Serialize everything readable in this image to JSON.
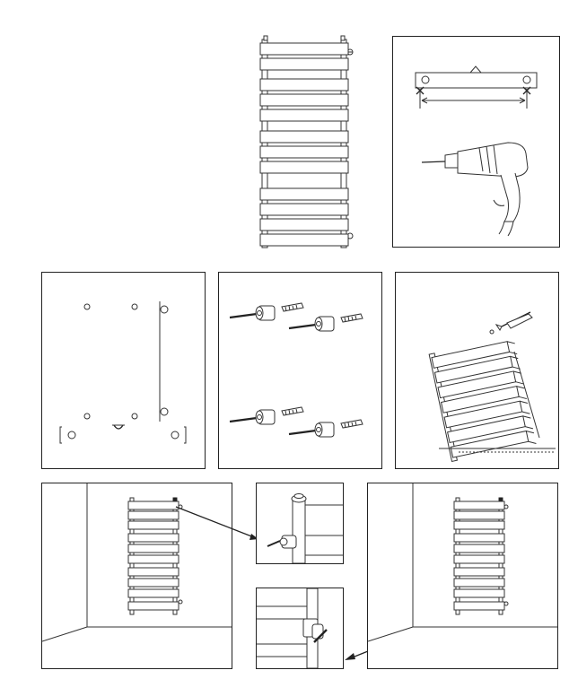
{
  "diagram": {
    "kind": "radiator installation instructions",
    "panels": [
      {
        "id": "radiator-overview"
      },
      {
        "id": "marking-and-drilling"
      },
      {
        "id": "hole-template"
      },
      {
        "id": "wall-brackets-and-plugs"
      },
      {
        "id": "attach-to-radiator"
      },
      {
        "id": "wall-mounting-top-detail"
      },
      {
        "id": "bracket-detail-top"
      },
      {
        "id": "bracket-detail-bottom"
      },
      {
        "id": "mounted-radiator"
      }
    ],
    "colors": {
      "line": "#333333",
      "background": "#ffffff"
    }
  }
}
